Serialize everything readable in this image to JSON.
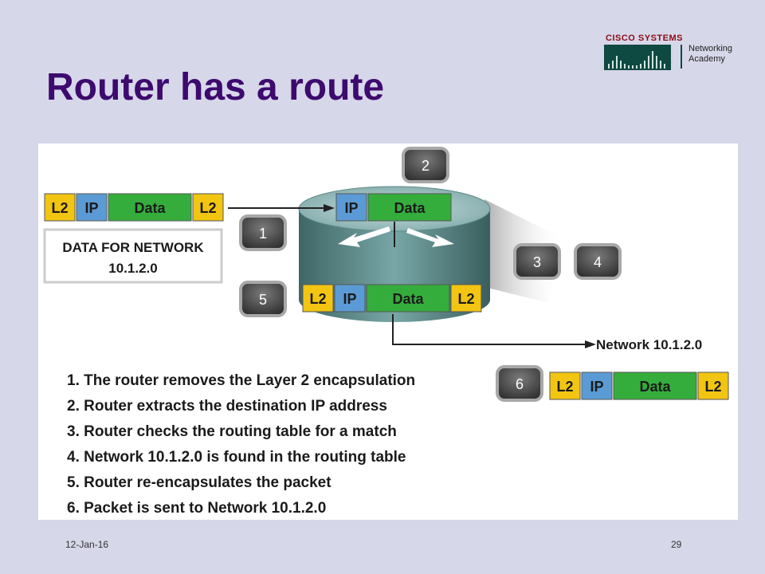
{
  "slide": {
    "title": "Router has a route",
    "date": "12-Jan-16",
    "page_number": "29"
  },
  "logo": {
    "brand": "Cisco Systems",
    "line1": "Networking",
    "line2": "Academy",
    "brand_color": "#8a0d14",
    "bar_color": "#0f4a42"
  },
  "colors": {
    "title": "#3d0a6e",
    "background": "#d7d7ea",
    "l2_field": "#f2c512",
    "ip_field": "#5b9bd5",
    "data_field": "#35ad3c",
    "router_body": "#6f9c9c"
  },
  "diagram": {
    "packet_fields": {
      "l2": "L2",
      "ip": "IP",
      "data": "Data"
    },
    "callout_lines": [
      "DATA FOR NETWORK",
      "10.1.2.0"
    ],
    "destination_label": "Network 10.1.2.0",
    "step_buttons": [
      "1",
      "2",
      "3",
      "4",
      "5",
      "6"
    ]
  },
  "steps": [
    "1. The router removes the Layer 2 encapsulation",
    "2. Router extracts the destination IP address",
    "3. Router checks the routing table for a match",
    "4. Network 10.1.2.0 is found in the routing table",
    "5. Router re-encapsulates the packet",
    "6. Packet is sent to Network 10.1.2.0"
  ]
}
